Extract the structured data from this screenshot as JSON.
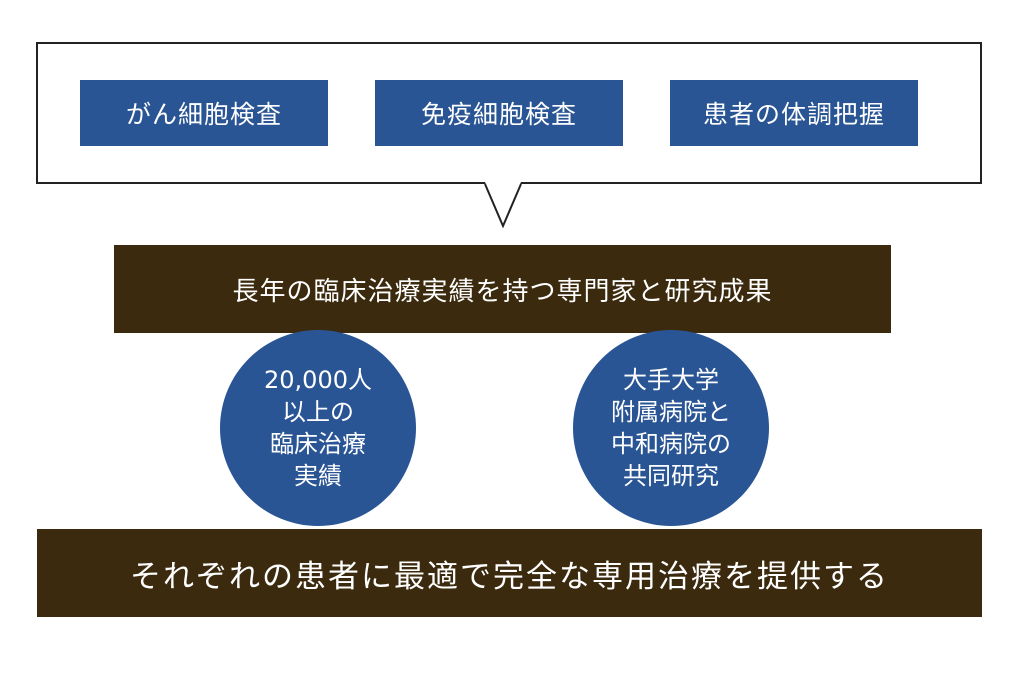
{
  "callout": {
    "boxes": [
      "がん細胞検査",
      "免疫細胞検査",
      "患者の体調把握"
    ]
  },
  "top_bar": "長年の臨床治療実績を持つ専門家と研究成果",
  "circles": [
    {
      "lines": [
        "20,000人",
        "以上の",
        "臨床治療",
        "実績"
      ]
    },
    {
      "lines": [
        "大手大学",
        "附属病院と",
        "中和病院の",
        "共同研究"
      ]
    }
  ],
  "bottom_bar": "それぞれの患者に最適で完全な専用治療を提供する",
  "colors": {
    "blue": "#2a5595",
    "brown": "#3b2a0e",
    "outline": "#222222"
  }
}
